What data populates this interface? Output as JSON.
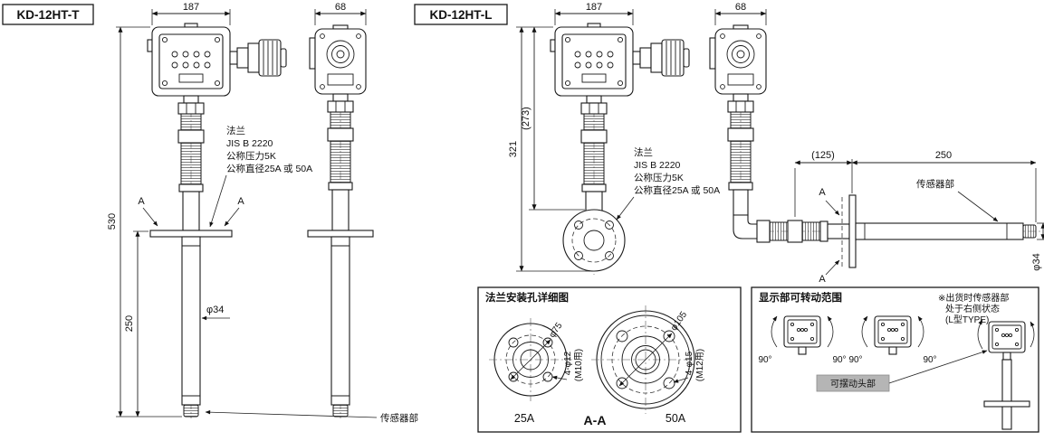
{
  "titles": {
    "t": "KD-12HT-T",
    "l": "KD-12HT-L"
  },
  "t_model": {
    "front": {
      "dim_width": "187",
      "dim_total_height": "530",
      "dim_insert_length": "250",
      "dim_pipe_dia": "φ34",
      "section_a_left": "A",
      "section_a_right": "A",
      "flange_note": [
        "法兰",
        "JIS B 2220",
        "公称压力5K",
        "公称直径25A 或 50A"
      ],
      "sensor_label": "传感器部"
    },
    "side": {
      "dim_width": "68"
    }
  },
  "l_model": {
    "front": {
      "dim_width": "187",
      "dim_height": "321",
      "dim_height_ref": "(273)",
      "flange_note": [
        "法兰",
        "JIS B 2220",
        "公称压力5K",
        "公称直径25A 或 50A"
      ]
    },
    "side": {
      "dim_width": "68",
      "dim_offset": "(125)",
      "dim_insert_length": "250",
      "dim_pipe_dia": "φ34",
      "section_a_top": "A",
      "section_a_bottom": "A",
      "sensor_label": "传感器部"
    }
  },
  "flange_detail": {
    "title": "法兰安装孔详细图",
    "f25": {
      "bolt_circle_dia": "φ75",
      "holes": "4-φ12",
      "holes_note": "(M10用)",
      "label": "25A"
    },
    "section_label": "A-A",
    "f50": {
      "bolt_circle_dia": "φ105",
      "holes": "4-φ15",
      "holes_note": "(M12用)",
      "label": "50A"
    }
  },
  "rotation_detail": {
    "title": "显示部可转动范围",
    "note": [
      "※出货时传感器部",
      "处于右侧状态",
      "(L型TYPE)"
    ],
    "angles": [
      "90°",
      "90°",
      "90°",
      "90°"
    ],
    "swing_label": "可摆动头部"
  }
}
